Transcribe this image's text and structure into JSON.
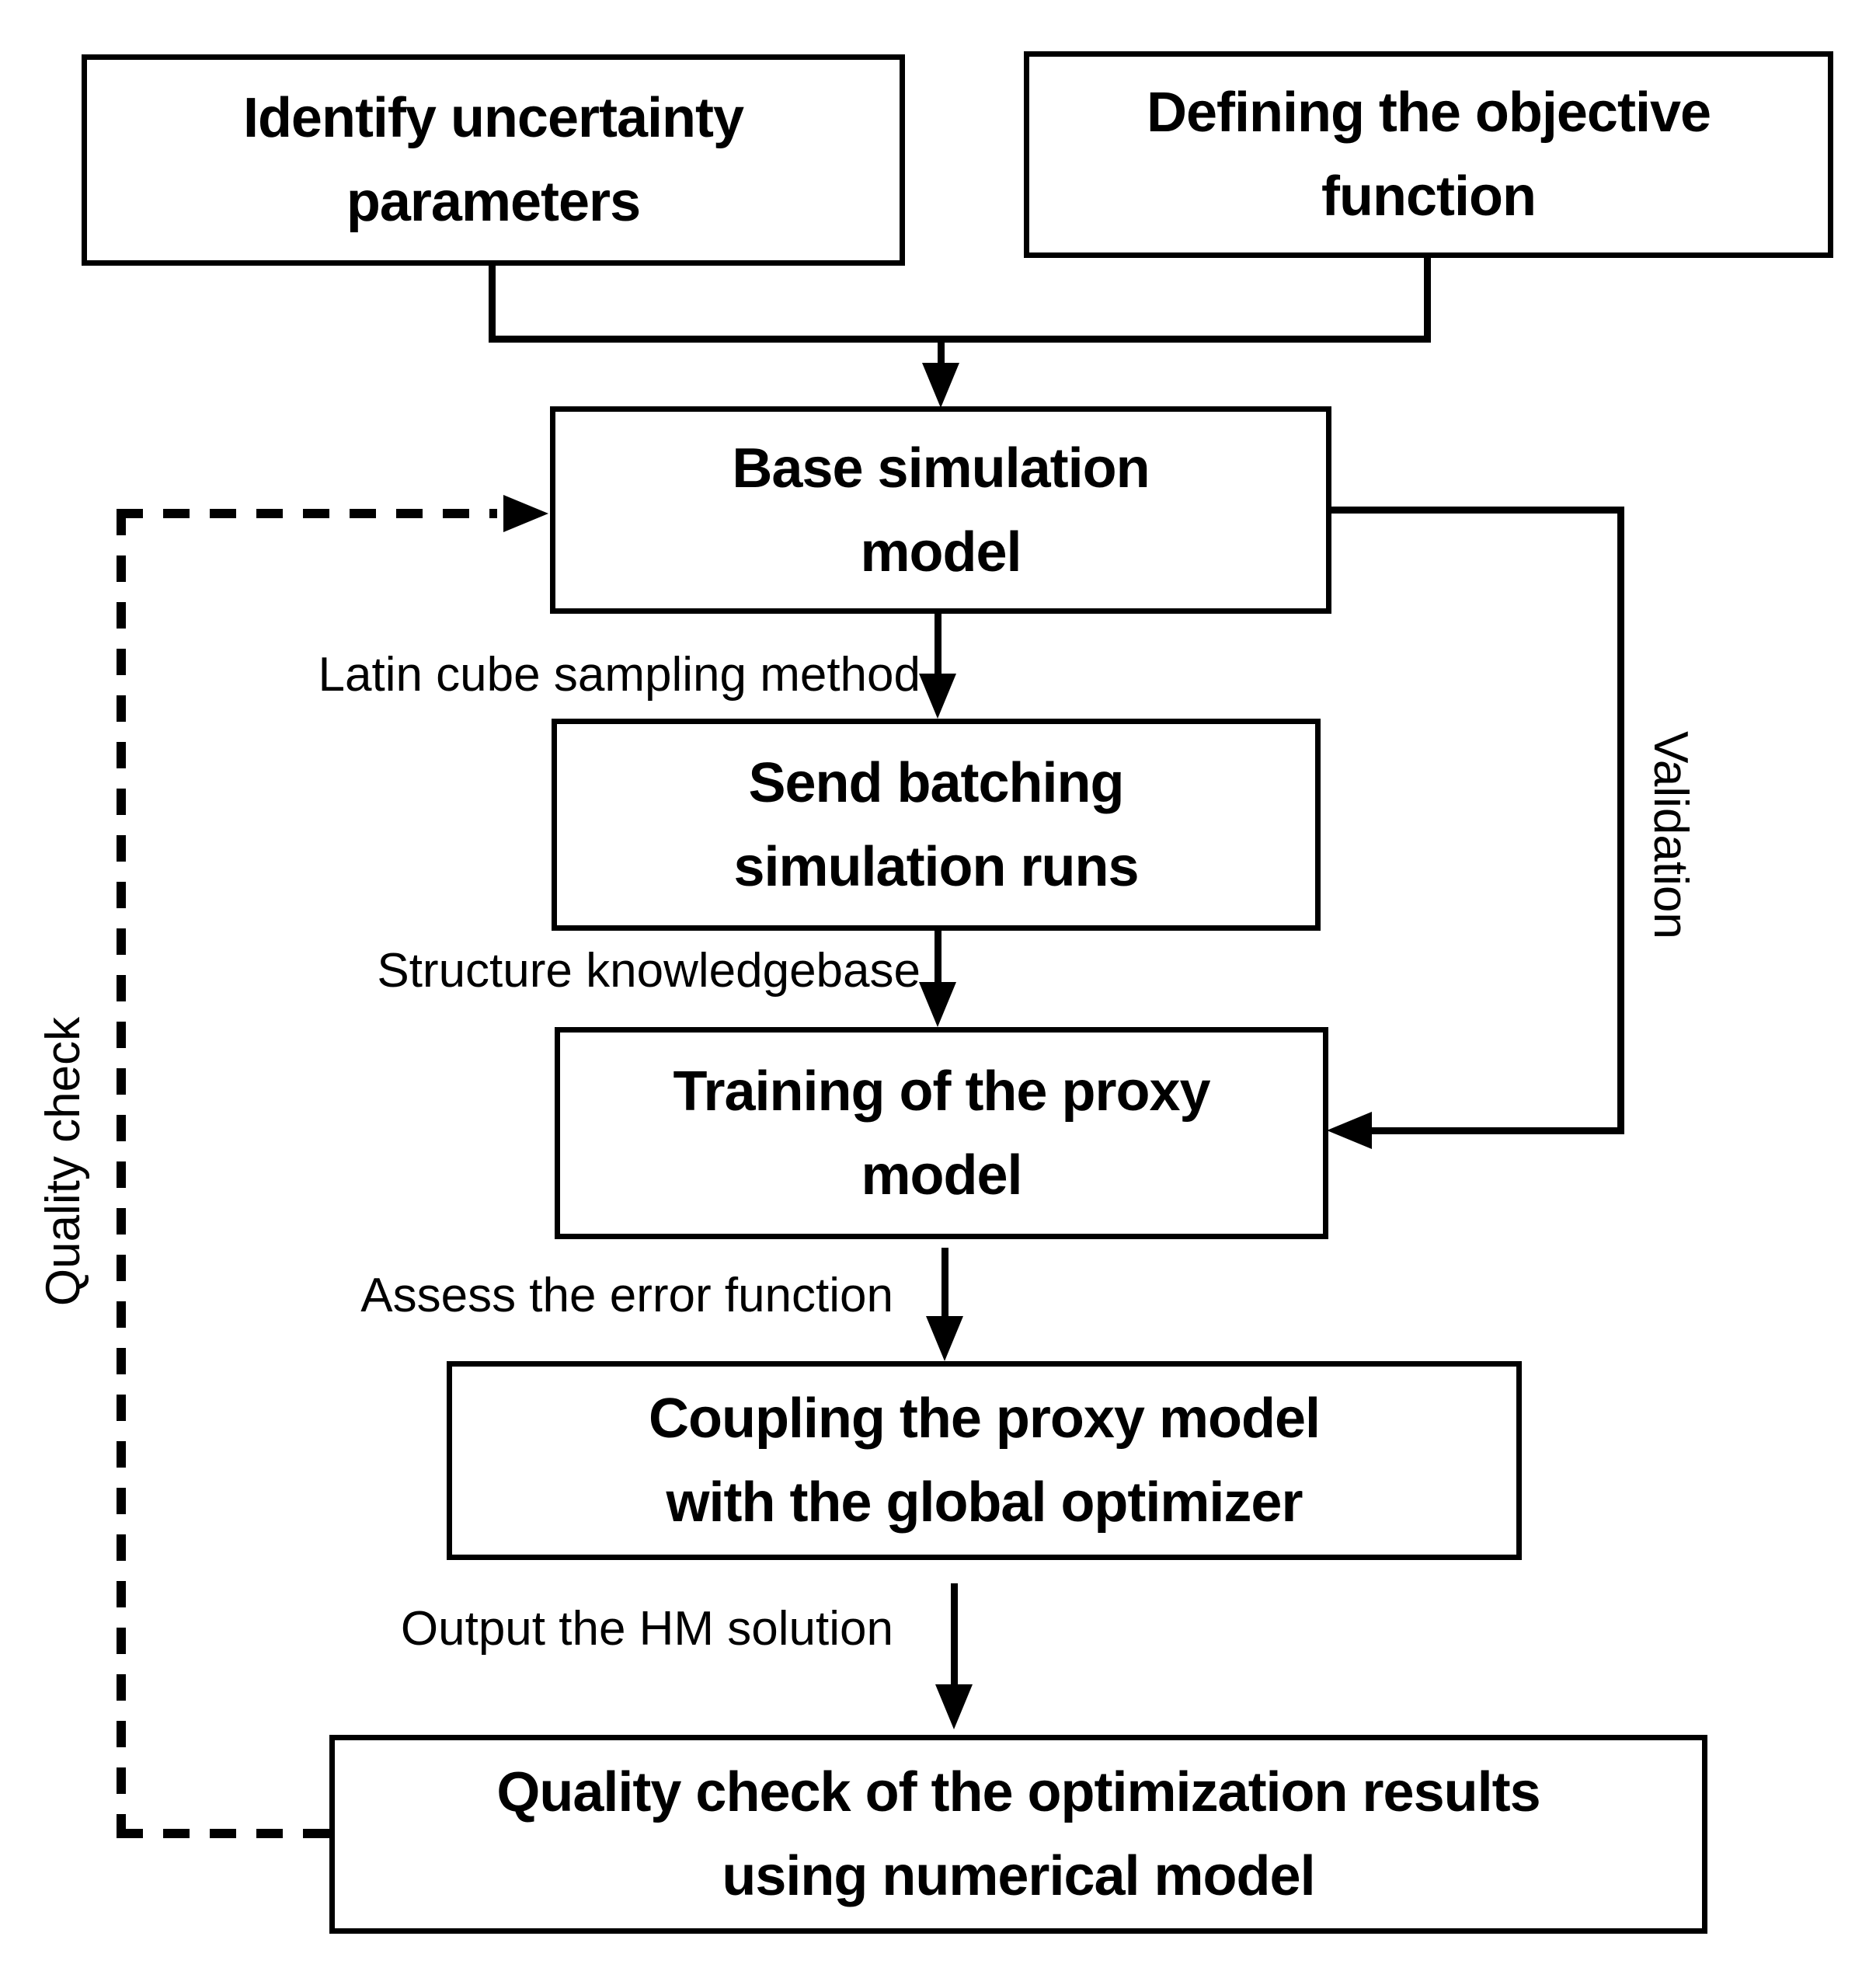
{
  "diagram": {
    "colors": {
      "line": "#000000",
      "background": "#ffffff",
      "box_fill": "#ffffff",
      "text": "#000000"
    },
    "nodes": {
      "identify_uncertainty": "Identify uncertainty\nparameters",
      "defining_objective": "Defining the objective\nfunction",
      "base_simulation": "Base simulation\nmodel",
      "send_batching": "Send batching\nsimulation runs",
      "training_proxy": "Training of the proxy\nmodel",
      "coupling_optimizer": "Coupling the proxy model\nwith the global optimizer",
      "quality_check_results": "Quality check of the optimization results\nusing numerical model"
    },
    "edge_labels": {
      "latin_cube": "Latin cube sampling method",
      "structure_kb": "Structure knowledgebase",
      "assess_error": "Assess the error function",
      "output_hm": "Output the HM solution",
      "validation": "Validation",
      "quality_check": "Quality check"
    }
  }
}
